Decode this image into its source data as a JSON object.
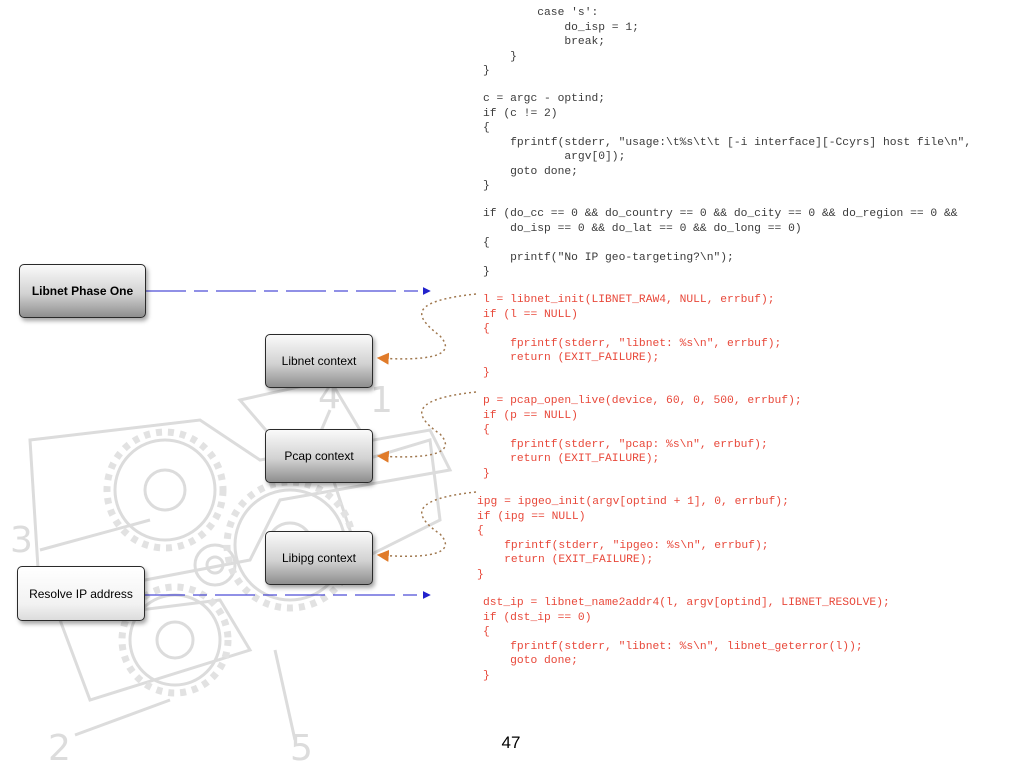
{
  "boxes": {
    "phase_one": "Libnet Phase One",
    "libnet_context": "Libnet context",
    "pcap_context": "Pcap context",
    "libipg_context": "Libipg context",
    "resolve_ip": "Resolve IP address"
  },
  "code": {
    "block_switch_tail": "        case 's':\n            do_isp = 1;\n            break;\n    }\n}",
    "block_argc": "c = argc - optind;\nif (c != 2)\n{\n    fprintf(stderr, \"usage:\\t%s\\t\\t [-i interface][-Ccyrs] host file\\n\",\n            argv[0]);\n    goto done;\n}",
    "block_geo_check": "if (do_cc == 0 && do_country == 0 && do_city == 0 && do_region == 0 &&\n    do_isp == 0 && do_lat == 0 && do_long == 0)\n{\n    printf(\"No IP geo-targeting?\\n\");\n}",
    "block_libnet_init": "l = libnet_init(LIBNET_RAW4, NULL, errbuf);\nif (l == NULL)\n{\n    fprintf(stderr, \"libnet: %s\\n\", errbuf);\n    return (EXIT_FAILURE);\n}",
    "block_pcap_open": "p = pcap_open_live(device, 60, 0, 500, errbuf);\nif (p == NULL)\n{\n    fprintf(stderr, \"pcap: %s\\n\", errbuf);\n    return (EXIT_FAILURE);\n}",
    "block_ipgeo_init": "ipg = ipgeo_init(argv[optind + 1], 0, errbuf);\nif (ipg == NULL)\n{\n    fprintf(stderr, \"ipgeo: %s\\n\", errbuf);\n    return (EXIT_FAILURE);\n}",
    "block_name2addr": "dst_ip = libnet_name2addr4(l, argv[optind], LIBNET_RESOLVE);\nif (dst_ip == 0)\n{\n    fprintf(stderr, \"libnet: %s\\n\", libnet_geterror(l));\n    goto done;\n}"
  },
  "watermark_numbers": [
    "1",
    "2",
    "3",
    "4",
    "5"
  ],
  "page_number": "47",
  "colors": {
    "code_default": "#3a3a3a",
    "code_highlight": "#e8483a",
    "arrow_blue": "#2222cc",
    "arrow_orange": "#e07b2a",
    "dotted_brown": "#a0784f",
    "watermark": "#dcdcdc"
  }
}
